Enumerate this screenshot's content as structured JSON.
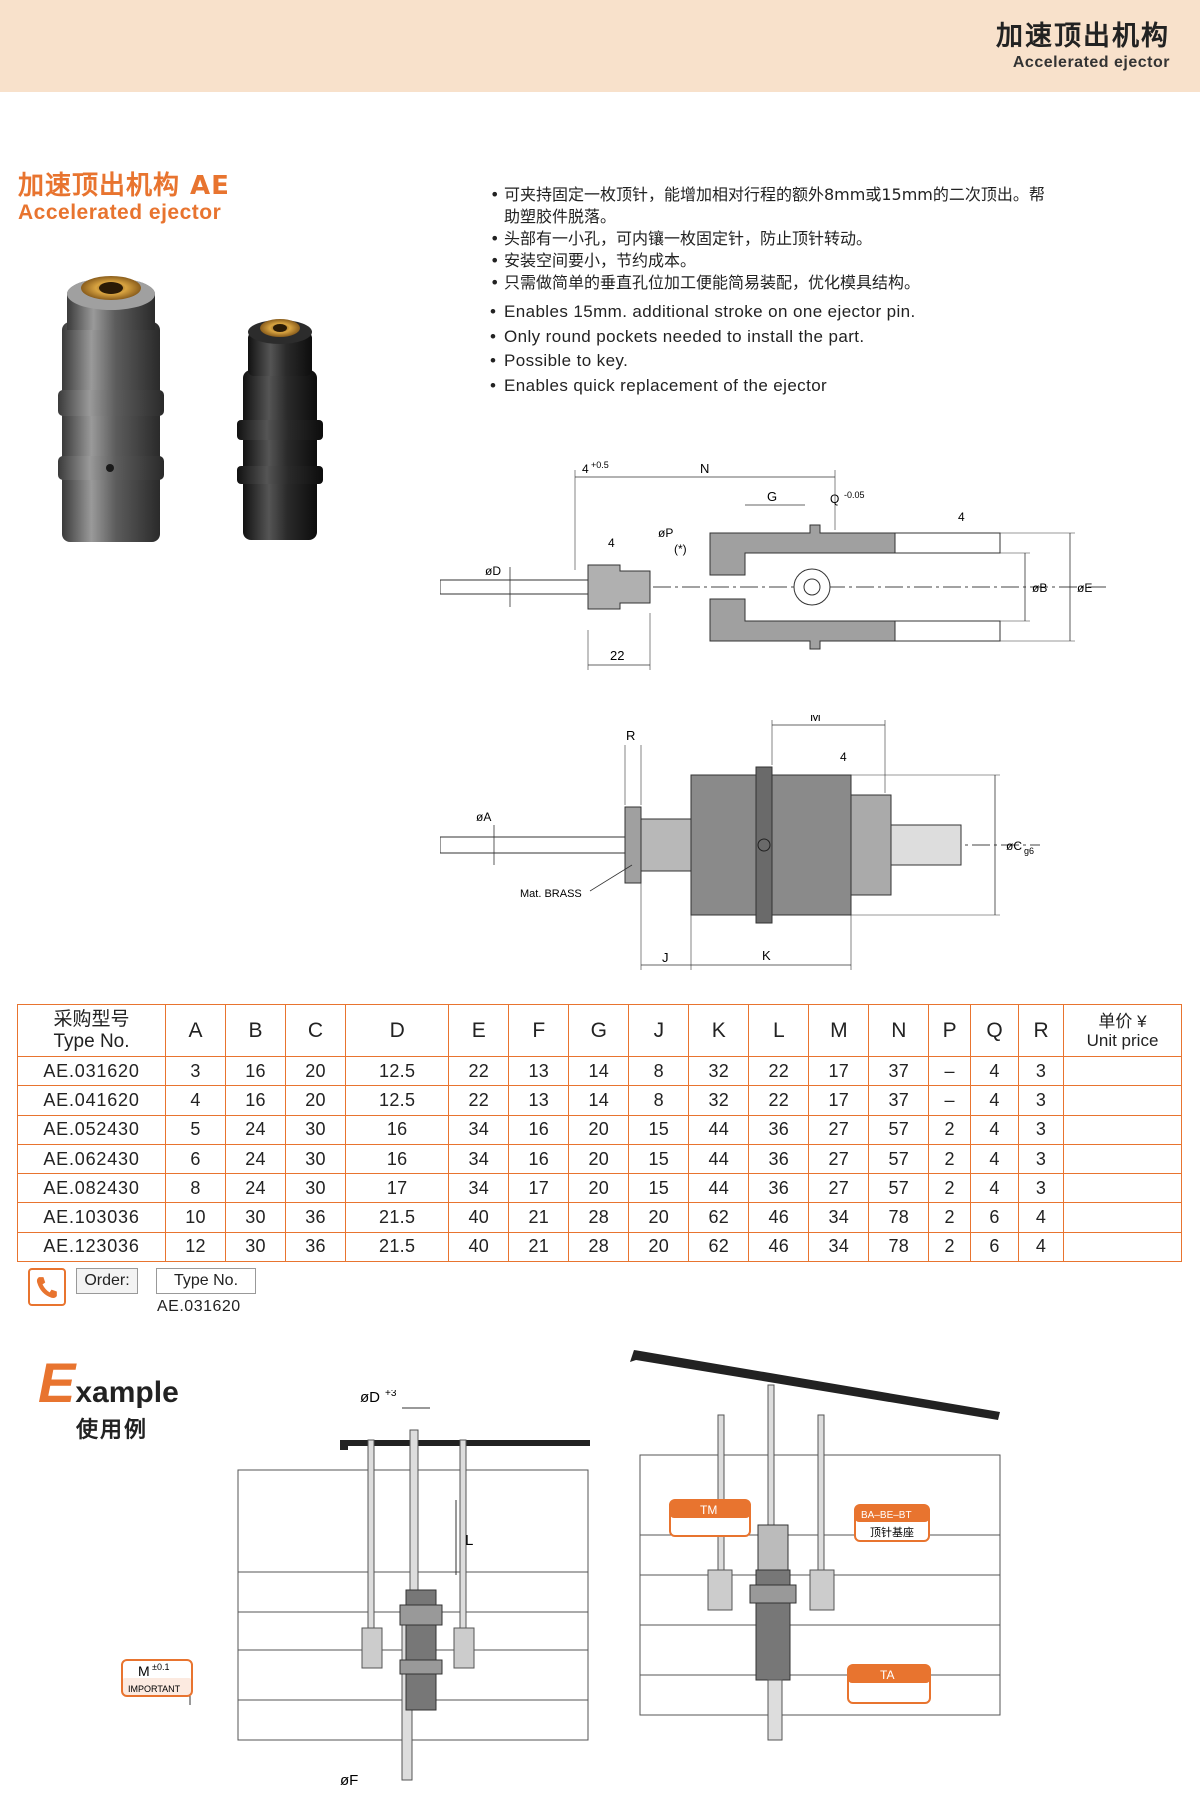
{
  "header": {
    "title_cn": "加速顶出机构",
    "title_en": "Accelerated ejector"
  },
  "section": {
    "title_cn": "加速顶出机构  AE",
    "title_en": "Accelerated ejector"
  },
  "bullets_cn": [
    "可夹持固定一枚顶针，能增加相对行程的额外8mm或15mm的二次顶出。帮助塑胶件脱落。",
    "头部有一小孔，可内镶一枚固定针，防止顶针转动。",
    "安装空间要小，节约成本。",
    "只需做简单的垂直孔位加工便能简易装配，优化模具结构。"
  ],
  "bullets_en": [
    "Enables 15mm. additional stroke on one ejector pin.",
    "Only round pockets needed to install the part.",
    "Possible to key.",
    "Enables quick replacement of the ejector"
  ],
  "drawing_top": {
    "dim_4": "4",
    "dim_4_tol": "+0.5",
    "dim_N": "N",
    "dim_G": "G",
    "dim_Q": "Q",
    "dim_Q_tol": "-0.05",
    "dim_4b": "4",
    "dim_4c": "4",
    "dim_P": "øP",
    "dim_star": "(*)",
    "dim_D": "øD",
    "dim_B": "øB",
    "dim_E": "øE",
    "dim_22": "22"
  },
  "drawing_side": {
    "dim_R": "R",
    "dim_M": "M",
    "dim_4": "4",
    "dim_A": "øA",
    "dim_C": "øC",
    "dim_C_sub": "g6",
    "dim_J": "J",
    "dim_K": "K",
    "mat": "Mat. BRASS"
  },
  "table": {
    "headers": [
      "A",
      "B",
      "C",
      "D",
      "E",
      "F",
      "G",
      "J",
      "K",
      "L",
      "M",
      "N",
      "P",
      "Q",
      "R"
    ],
    "type_header_cn": "采购型号",
    "type_header_en": "Type No.",
    "price_header_cn": "单价 ¥",
    "price_header_en": "Unit price",
    "rows": [
      {
        "type": "AE.031620",
        "v": [
          "3",
          "16",
          "20",
          "12.5",
          "22",
          "13",
          "14",
          "8",
          "32",
          "22",
          "17",
          "37",
          "–",
          "4",
          "3"
        ],
        "price": ""
      },
      {
        "type": "AE.041620",
        "v": [
          "4",
          "16",
          "20",
          "12.5",
          "22",
          "13",
          "14",
          "8",
          "32",
          "22",
          "17",
          "37",
          "–",
          "4",
          "3"
        ],
        "price": ""
      },
      {
        "type": "AE.052430",
        "v": [
          "5",
          "24",
          "30",
          "16",
          "34",
          "16",
          "20",
          "15",
          "44",
          "36",
          "27",
          "57",
          "2",
          "4",
          "3"
        ],
        "price": ""
      },
      {
        "type": "AE.062430",
        "v": [
          "6",
          "24",
          "30",
          "16",
          "34",
          "16",
          "20",
          "15",
          "44",
          "36",
          "27",
          "57",
          "2",
          "4",
          "3"
        ],
        "price": ""
      },
      {
        "type": "AE.082430",
        "v": [
          "8",
          "24",
          "30",
          "17",
          "34",
          "17",
          "20",
          "15",
          "44",
          "36",
          "27",
          "57",
          "2",
          "4",
          "3"
        ],
        "price": ""
      },
      {
        "type": "AE.103036",
        "v": [
          "10",
          "30",
          "36",
          "21.5",
          "40",
          "21",
          "28",
          "20",
          "62",
          "46",
          "34",
          "78",
          "2",
          "6",
          "4"
        ],
        "price": ""
      },
      {
        "type": "AE.123036",
        "v": [
          "12",
          "30",
          "36",
          "21.5",
          "40",
          "21",
          "28",
          "20",
          "62",
          "46",
          "34",
          "78",
          "2",
          "6",
          "4"
        ],
        "price": ""
      }
    ]
  },
  "order": {
    "label": "Order:",
    "type_label": "Type No.",
    "example": "AE.031620"
  },
  "example": {
    "big_letter": "E",
    "rest": "xample",
    "cn": "使用例",
    "dim_D": "øD",
    "dim_D_tol": "+3",
    "dim_L": "L",
    "dim_M": "M",
    "dim_M_tol": "±0.1",
    "important": "IMPORTANT",
    "dim_F": "øF",
    "tag_TM": "TM",
    "tag_BA": "BA–BE–BT",
    "tag_BA_cn": "顶针基座",
    "tag_TA": "TA"
  },
  "colors": {
    "accent": "#e8742f",
    "header_bg": "#f8e1cb",
    "part_gray": "#8a8a8a"
  }
}
